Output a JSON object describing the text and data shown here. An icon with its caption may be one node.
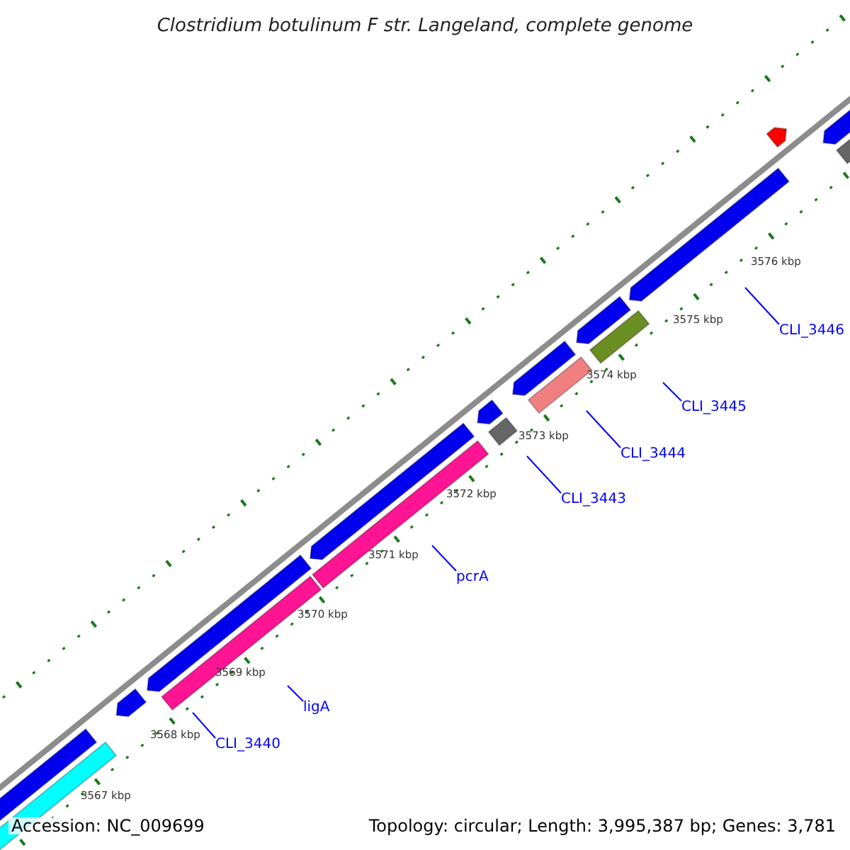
{
  "diagram": {
    "title": "Clostridium botulinum F str. Langeland, complete genome",
    "nodes": [
      {
        "text": [
          "CLI_3440"
        ]
      },
      {
        "text": [
          "ligA"
        ]
      },
      {
        "text": [
          "pcrA"
        ]
      },
      {
        "text": [
          "CLI_3443"
        ]
      },
      {
        "text": [
          "CLI_3444"
        ]
      },
      {
        "text": [
          "CLI_3445"
        ]
      },
      {
        "text": [
          "CLI_3446"
        ]
      }
    ],
    "edges": [
      {
        "from": 0,
        "to": null,
        "arrow": "none"
      },
      {
        "from": 1,
        "to": null,
        "arrow": "none"
      },
      {
        "from": 2,
        "to": null,
        "arrow": "none"
      },
      {
        "from": 3,
        "to": null,
        "arrow": "none"
      },
      {
        "from": 4,
        "to": null,
        "arrow": "none"
      },
      {
        "from": 5,
        "to": null,
        "arrow": "none"
      },
      {
        "from": 6,
        "to": null,
        "arrow": "none"
      }
    ],
    "labels": [
      "3567 kbp",
      "3568 kbp",
      "3569 kbp",
      "3570 kbp",
      "3571 kbp",
      "3572 kbp",
      "3573 kbp",
      "3574 kbp",
      "3575 kbp",
      "3576 kbp",
      "Accession: NC_009699",
      "Topology: circular; Length: 3,995,387 bp; Genes: 3,781"
    ]
  }
}
